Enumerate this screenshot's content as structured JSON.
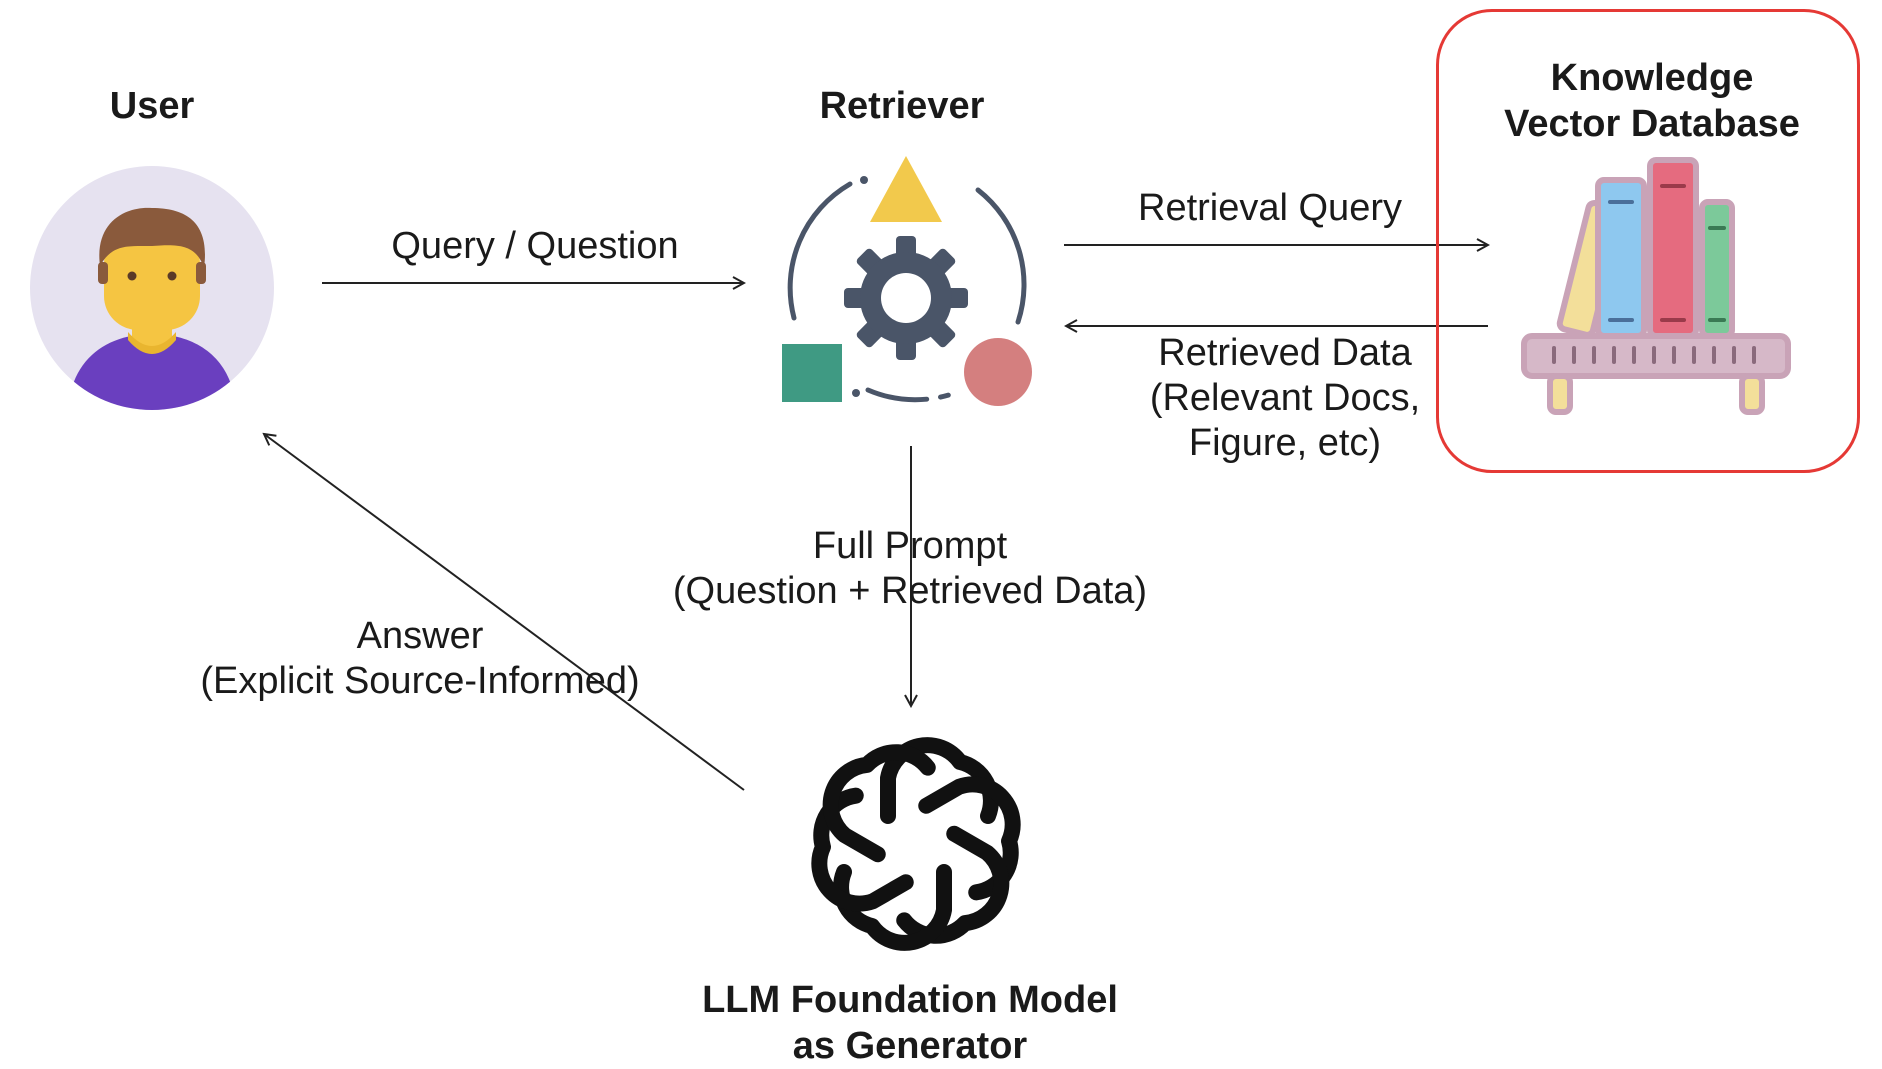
{
  "nodes": {
    "user": {
      "title": "User"
    },
    "retriever": {
      "title": "Retriever"
    },
    "database": {
      "title_lines": [
        "Knowledge",
        "Vector Database"
      ]
    },
    "llm": {
      "title_lines": [
        "LLM Foundation Model",
        "as Generator"
      ]
    }
  },
  "edges": {
    "query": {
      "label": "Query / Question"
    },
    "retrieval_query": {
      "label": "Retrieval Query"
    },
    "retrieved_data": {
      "label_lines": [
        "Retrieved Data",
        "(Relevant Docs,",
        "Figure, etc)"
      ]
    },
    "full_prompt": {
      "label_lines": [
        "Full Prompt",
        "(Question + Retrieved Data)"
      ]
    },
    "answer": {
      "label_lines": [
        "Answer",
        "(Explicit Source-Informed)"
      ]
    }
  },
  "colors": {
    "highlight_border": "#e53935",
    "user_circle": "#e6e2f0",
    "user_skin": "#f5c542",
    "user_hair": "#8a5a3c",
    "user_shirt": "#6a3fbf",
    "gear": "#4a5568",
    "triangle": "#f2c94c",
    "square": "#3f9a83",
    "circle": "#d47f7f",
    "book_yellow": "#f3df9a",
    "book_blue": "#8ec8ef",
    "book_red": "#e56b7f",
    "book_green": "#7cc99a",
    "shelf": "#c9a3b7"
  },
  "icons": [
    "user-avatar-icon",
    "retriever-gear-icon",
    "bookshelf-icon",
    "openai-logo-icon"
  ]
}
